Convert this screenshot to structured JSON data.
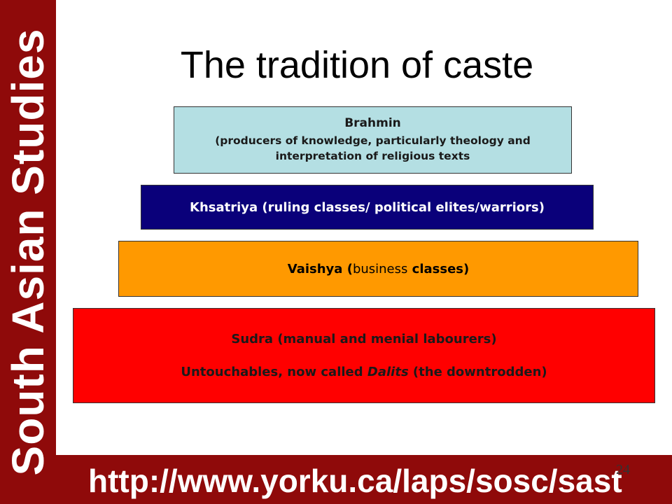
{
  "sidebar": {
    "label": "South Asian Studies"
  },
  "footer": {
    "url": "http://www.yorku.ca/laps/sosc/sast"
  },
  "slide_number": "24",
  "title": "The tradition of caste",
  "tiers": {
    "brahmin": {
      "name": "Brahmin",
      "description": "(producers of knowledge, particularly theology and interpretation of religious texts"
    },
    "kshatriya": {
      "text": "Khsatriya (ruling classes/ political elites/warriors)"
    },
    "vaishya": {
      "name": "Vaishya (",
      "middle": "business",
      "end": " classes)"
    },
    "sudra": {
      "line1": "Sudra (manual and menial labourers)",
      "line2_prefix": "Untouchables, now called ",
      "line2_italic": "Dalits",
      "line2_suffix": " (the downtrodden)"
    }
  },
  "colors": {
    "brand": "#8f0a0a",
    "brahmin": "#b4dfe3",
    "kshatriya": "#0a007a",
    "vaishya": "#ff9900",
    "sudra": "#ff0000"
  }
}
